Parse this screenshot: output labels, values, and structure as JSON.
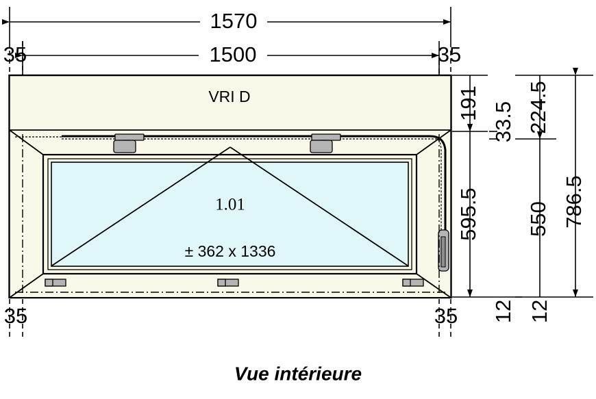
{
  "drawing": {
    "caption": "Vue intérieure",
    "units": "mm",
    "colors": {
      "frame": "#faf8e8",
      "glass": "#e0f7fa",
      "hardware": "#b4b4b4",
      "line": "#000000",
      "background": "#ffffff"
    }
  },
  "panels": {
    "fixed_top": {
      "label": "VRI D"
    },
    "sash": {
      "number": "1.01",
      "glass_size": "± 362 x 1336",
      "opening_type": "awning"
    }
  },
  "dimensions": {
    "horizontal": [
      {
        "name": "overall-width",
        "value": "1570"
      },
      {
        "name": "daylight-width",
        "value": "1500"
      },
      {
        "name": "left-reveal-top",
        "value": "35"
      },
      {
        "name": "right-reveal-top",
        "value": "35"
      },
      {
        "name": "left-reveal-bottom",
        "value": "35"
      },
      {
        "name": "right-reveal-bottom",
        "value": "35"
      }
    ],
    "vertical_inner": [
      {
        "name": "top-panel-height",
        "value": "191"
      },
      {
        "name": "sash-height",
        "value": "595.5"
      },
      {
        "name": "bottom-rail",
        "value": "12"
      }
    ],
    "vertical_mid": [
      {
        "name": "transom-offset",
        "value": "33.5"
      }
    ],
    "vertical_outer": [
      {
        "name": "upper-section",
        "value": "224.5"
      },
      {
        "name": "glass-height",
        "value": "550"
      },
      {
        "name": "bottom-offset",
        "value": "12"
      },
      {
        "name": "overall-height",
        "value": "786.5"
      }
    ]
  }
}
